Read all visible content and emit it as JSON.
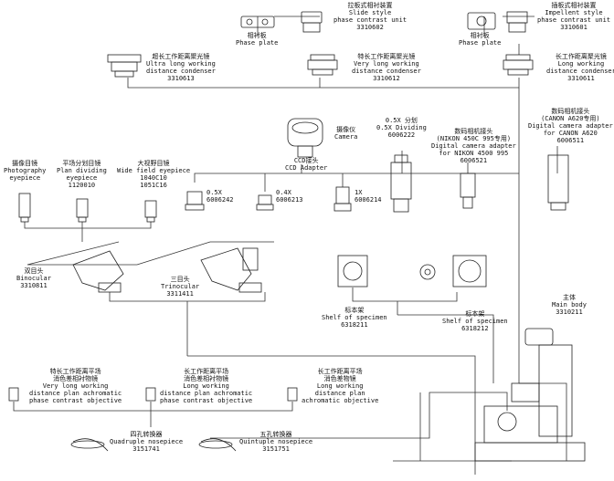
{
  "components": {
    "slide_phase_unit": {
      "zh": "拉板式相衬装置",
      "en1": "Slide style",
      "en2": "phase contrast unit",
      "code": "3310602"
    },
    "phase_plate_a": {
      "zh": "相衬板",
      "en": "Phase plate"
    },
    "impellent_phase_unit": {
      "zh": "插板式相衬装置",
      "en1": "Impellent style",
      "en2": "phase contrast unit",
      "code": "3310601"
    },
    "phase_plate_b": {
      "zh": "相衬板",
      "en": "Phase plate"
    },
    "ultra_long_condenser": {
      "zh": "超长工作距离聚光镜",
      "en1": "Ultra long working",
      "en2": "distance condenser",
      "code": "3310613"
    },
    "very_long_condenser": {
      "zh": "特长工作距离聚光镜",
      "en1": "Very long working",
      "en2": "distance condenser",
      "code": "3310612"
    },
    "long_condenser": {
      "zh": "长工作距离聚光镜",
      "en1": "Long working",
      "en2": "distance condenser",
      "code": "3310611"
    },
    "camera": {
      "zh": "摄像仪",
      "en": "Camera"
    },
    "ccd_adapter": {
      "zh": "CCD接头",
      "en": "CCD Adapter"
    },
    "half_dividing": {
      "l1": "0.5X 分划",
      "l2": "0.5X Dividing",
      "code": "6006222"
    },
    "nikon_adapter": {
      "zh": "数码相机接头",
      "l2": "(NIKON 450C 995专用)",
      "l3": "Digital camera adapter",
      "l4": "for NIKON 4500 995",
      "code": "6006521"
    },
    "canon_adapter": {
      "zh": "数码相机接头",
      "l2": "(CANON A620专用)",
      "l3": "Digital camera adapter",
      "l4": "for CANON A620",
      "code": "6006511"
    },
    "photo_eyepiece": {
      "zh": "摄像目镜",
      "en1": "Photography",
      "en2": "eyepiece"
    },
    "plan_dividing_eyepiece": {
      "zh": "平场分划目镜",
      "en1": "Plan dividing",
      "en2": "eyepiece",
      "code": "1120010"
    },
    "wide_field_eyepiece": {
      "zh": "大视野目镜",
      "en": "Wide field eyepiece",
      "code1": "1040C10",
      "code2": "1051C16"
    },
    "ccd_05x": {
      "l1": "0.5X",
      "l2": "6006242"
    },
    "ccd_04x": {
      "l1": "0.4X",
      "l2": "6006213"
    },
    "ccd_1x": {
      "l1": "1X",
      "l2": "6006214"
    },
    "binocular": {
      "zh": "双目头",
      "en": "Binocular",
      "code": "3310811"
    },
    "trinocular": {
      "zh": "三目头",
      "en": "Trinocular",
      "code": "3311411"
    },
    "shelf_1": {
      "zh": "标本架",
      "en": "Shelf of specimen",
      "code": "6318211"
    },
    "shelf_2": {
      "zh": "标本架",
      "en": "Shelf of specimen",
      "code": "6318212"
    },
    "main_body": {
      "zh": "主体",
      "en": "Main body",
      "code": "3310211"
    },
    "obj_very_long": {
      "zh1": "特长工作距离平场",
      "zh2": "消色差相衬物镜",
      "en1": "Very long working",
      "en2": "distance plan achromatic",
      "en3": "phase contrast objective"
    },
    "obj_long_phase": {
      "zh1": "长工作距离平场",
      "zh2": "消色差相衬物镜",
      "en1": "Long working",
      "en2": "distance plan achromatic",
      "en3": "phase contrast objective"
    },
    "obj_long_achro": {
      "zh1": "长工作距离平场",
      "zh2": "消色差物镜",
      "en1": "Long working",
      "en2": "distance plan",
      "en3": "achromatic objective"
    },
    "quadruple": {
      "zh": "四孔转换器",
      "en": "Quadruple nosepiece",
      "code": "3151741"
    },
    "quintuple": {
      "zh": "五孔转换器",
      "en": "Quintuple nosepiece",
      "code": "3151751"
    }
  }
}
